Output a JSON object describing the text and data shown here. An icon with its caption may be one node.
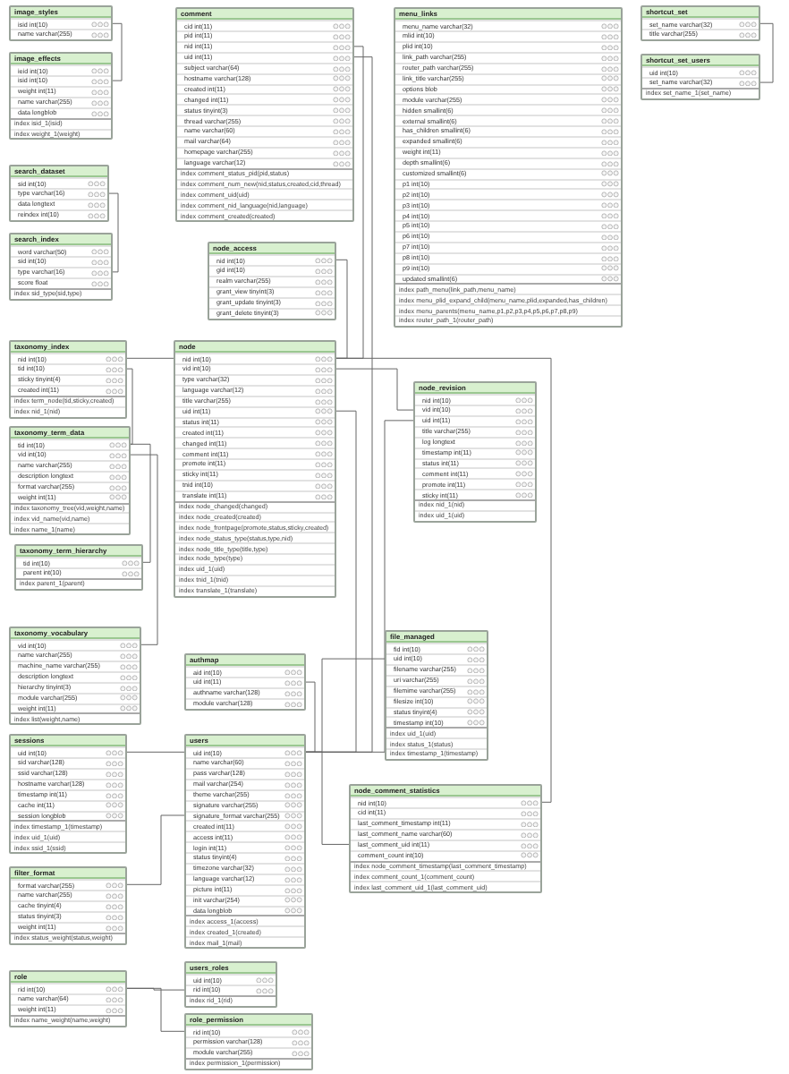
{
  "diagram": {
    "nodes": [
      {
        "text": [
          "image_styles",
          "isid int(10)",
          "name varchar(255)"
        ]
      },
      {
        "text": [
          "image_effects",
          "ieid int(10)",
          "isid int(10)",
          "weight int(11)",
          "name varchar(255)",
          "data longblob",
          "index isid_1(isid)",
          "index weight_1(weight)"
        ]
      },
      {
        "text": [
          "search_dataset",
          "sid int(10)",
          "type varchar(16)",
          "data longtext",
          "reindex int(10)"
        ]
      },
      {
        "text": [
          "search_index",
          "word varchar(50)",
          "sid int(10)",
          "type varchar(16)",
          "score float",
          "index sid_type(sid,type)"
        ]
      },
      {
        "text": [
          "taxonomy_index",
          "nid int(10)",
          "tid int(10)",
          "sticky tinyint(4)",
          "created int(11)",
          "index term_node(tid,sticky,created)",
          "index nid_1(nid)"
        ]
      },
      {
        "text": [
          "taxonomy_term_data",
          "tid int(10)",
          "vid int(10)",
          "name varchar(255)",
          "description longtext",
          "format varchar(255)",
          "weight int(11)",
          "index taxonomy_tree(vid,weight,name)",
          "index vid_name(vid,name)",
          "index name_1(name)"
        ]
      },
      {
        "text": [
          "taxonomy_term_hierarchy",
          "tid int(10)",
          "parent int(10)",
          "index parent_1(parent)"
        ]
      },
      {
        "text": [
          "taxonomy_vocabulary",
          "vid int(10)",
          "name varchar(255)",
          "machine_name varchar(255)",
          "description longtext",
          "hierarchy tinyint(3)",
          "module varchar(255)",
          "weight int(11)",
          "index list(weight,name)"
        ]
      },
      {
        "text": [
          "sessions",
          "uid int(10)",
          "sid varchar(128)",
          "ssid varchar(128)",
          "hostname varchar(128)",
          "timestamp int(11)",
          "cache int(11)",
          "session longblob",
          "index timestamp_1(timestamp)",
          "index uid_1(uid)",
          "index ssid_1(ssid)"
        ]
      },
      {
        "text": [
          "filter_format",
          "format varchar(255)",
          "name varchar(255)",
          "cache tinyint(4)",
          "status tinyint(3)",
          "weight int(11)",
          "index status_weight(status,weight)"
        ]
      },
      {
        "text": [
          "role",
          "rid int(10)",
          "name varchar(64)",
          "weight int(11)",
          "index name_weight(name,weight)"
        ]
      },
      {
        "text": [
          "comment",
          "cid int(11)",
          "pid int(11)",
          "nid int(11)",
          "uid int(11)",
          "subject varchar(64)",
          "hostname varchar(128)",
          "created int(11)",
          "changed int(11)",
          "status tinyint(3)",
          "thread varchar(255)",
          "name varchar(60)",
          "mail varchar(64)",
          "homepage varchar(255)",
          "language varchar(12)",
          "index comment_status_pid(pid,status)",
          "index comment_num_new(nid,status,created,cid,thread)",
          "index comment_uid(uid)",
          "index comment_nid_language(nid,language)",
          "index comment_created(created)"
        ]
      },
      {
        "text": [
          "node_access",
          "nid int(10)",
          "gid int(10)",
          "realm varchar(255)",
          "grant_view tinyint(3)",
          "grant_update tinyint(3)",
          "grant_delete tinyint(3)"
        ]
      },
      {
        "text": [
          "node",
          "nid int(10)",
          "vid int(10)",
          "type varchar(32)",
          "language varchar(12)",
          "title varchar(255)",
          "uid int(11)",
          "status int(11)",
          "created int(11)",
          "changed int(11)",
          "comment int(11)",
          "promote int(11)",
          "sticky int(11)",
          "tnid int(10)",
          "translate int(11)",
          "index node_changed(changed)",
          "index node_created(created)",
          "index node_frontpage(promote,status,sticky,created)",
          "index node_status_type(status,type,nid)",
          "index node_title_type(title,type)",
          "index node_type(type)",
          "index uid_1(uid)",
          "index tnid_1(tnid)",
          "index translate_1(translate)"
        ]
      },
      {
        "text": [
          "authmap",
          "aid int(10)",
          "uid int(11)",
          "authname varchar(128)",
          "module varchar(128)"
        ]
      },
      {
        "text": [
          "users",
          "uid int(10)",
          "name varchar(60)",
          "pass varchar(128)",
          "mail varchar(254)",
          "theme varchar(255)",
          "signature varchar(255)",
          "signature_format varchar(255)",
          "created int(11)",
          "access int(11)",
          "login int(11)",
          "status tinyint(4)",
          "timezone varchar(32)",
          "language varchar(12)",
          "picture int(11)",
          "init varchar(254)",
          "data longblob",
          "index access_1(access)",
          "index created_1(created)",
          "index mail_1(mail)"
        ]
      },
      {
        "text": [
          "users_roles",
          "uid int(10)",
          "rid int(10)",
          "index rid_1(rid)"
        ]
      },
      {
        "text": [
          "role_permission",
          "rid int(10)",
          "permission varchar(128)",
          "module varchar(255)",
          "index permission_1(permission)"
        ]
      },
      {
        "text": [
          "menu_links",
          "menu_name varchar(32)",
          "mlid int(10)",
          "plid int(10)",
          "link_path varchar(255)",
          "router_path varchar(255)",
          "link_title varchar(255)",
          "options blob",
          "module varchar(255)",
          "hidden smallint(6)",
          "external smallint(6)",
          "has_children smallint(6)",
          "expanded smallint(6)",
          "weight int(11)",
          "depth smallint(6)",
          "customized smallint(6)",
          "p1 int(10)",
          "p2 int(10)",
          "p3 int(10)",
          "p4 int(10)",
          "p5 int(10)",
          "p6 int(10)",
          "p7 int(10)",
          "p8 int(10)",
          "p9 int(10)",
          "updated smallint(6)",
          "index path_menu(link_path,menu_name)",
          "index menu_plid_expand_child(menu_name,plid,expanded,has_children)",
          "index menu_parents(menu_name,p1,p2,p3,p4,p5,p6,p7,p8,p9)",
          "index router_path_1(router_path)"
        ]
      },
      {
        "text": [
          "shortcut_set",
          "set_name varchar(32)",
          "title varchar(255)"
        ]
      },
      {
        "text": [
          "shortcut_set_users",
          "uid int(10)",
          "set_name varchar(32)",
          "index set_name_1(set_name)"
        ]
      },
      {
        "text": [
          "node_revision",
          "nid int(10)",
          "vid int(10)",
          "uid int(11)",
          "title varchar(255)",
          "log longtext",
          "timestamp int(11)",
          "status int(11)",
          "comment int(11)",
          "promote int(11)",
          "sticky int(11)",
          "index nid_1(nid)",
          "index uid_1(uid)"
        ]
      },
      {
        "text": [
          "file_managed",
          "fid int(10)",
          "uid int(10)",
          "filename varchar(255)",
          "uri varchar(255)",
          "filemime varchar(255)",
          "filesize int(10)",
          "status tinyint(4)",
          "timestamp int(10)",
          "index uid_1(uid)",
          "index status_1(status)",
          "index timestamp_1(timestamp)"
        ]
      },
      {
        "text": [
          "node_comment_statistics",
          "nid int(10)",
          "cid int(11)",
          "last_comment_timestamp int(11)",
          "last_comment_name varchar(60)",
          "last_comment_uid int(11)",
          "comment_count int(10)",
          "index node_comment_timestamp(last_comment_timestamp)",
          "index comment_count_1(comment_count)",
          "index last_comment_uid_1(last_comment_uid)"
        ]
      }
    ],
    "edges": [
      {
        "from": 0,
        "to": 1,
        "arrow": "none"
      },
      {
        "from": 2,
        "to": 3,
        "arrow": "none"
      },
      {
        "from": 4,
        "to": 13,
        "arrow": "none"
      },
      {
        "from": 4,
        "to": 5,
        "arrow": "none"
      },
      {
        "from": 5,
        "to": 6,
        "arrow": "none"
      },
      {
        "from": 5,
        "to": 7,
        "arrow": "none"
      },
      {
        "from": 11,
        "to": 13,
        "arrow": "none"
      },
      {
        "from": 11,
        "to": 15,
        "arrow": "none"
      },
      {
        "from": 12,
        "to": 13,
        "arrow": "none"
      },
      {
        "from": 13,
        "to": 21,
        "arrow": "none"
      },
      {
        "from": 13,
        "to": 23,
        "arrow": "none"
      },
      {
        "from": 13,
        "to": 15,
        "arrow": "none"
      },
      {
        "from": 14,
        "to": 15,
        "arrow": "none"
      },
      {
        "from": 21,
        "to": 15,
        "arrow": "none"
      },
      {
        "from": 22,
        "to": 15,
        "arrow": "none"
      },
      {
        "from": 23,
        "to": 15,
        "arrow": "none"
      },
      {
        "from": 8,
        "to": 15,
        "arrow": "none"
      },
      {
        "from": 9,
        "to": 15,
        "arrow": "none"
      },
      {
        "from": 10,
        "to": 16,
        "arrow": "none"
      },
      {
        "from": 10,
        "to": 17,
        "arrow": "none"
      },
      {
        "from": 19,
        "to": 20,
        "arrow": "none"
      }
    ]
  }
}
